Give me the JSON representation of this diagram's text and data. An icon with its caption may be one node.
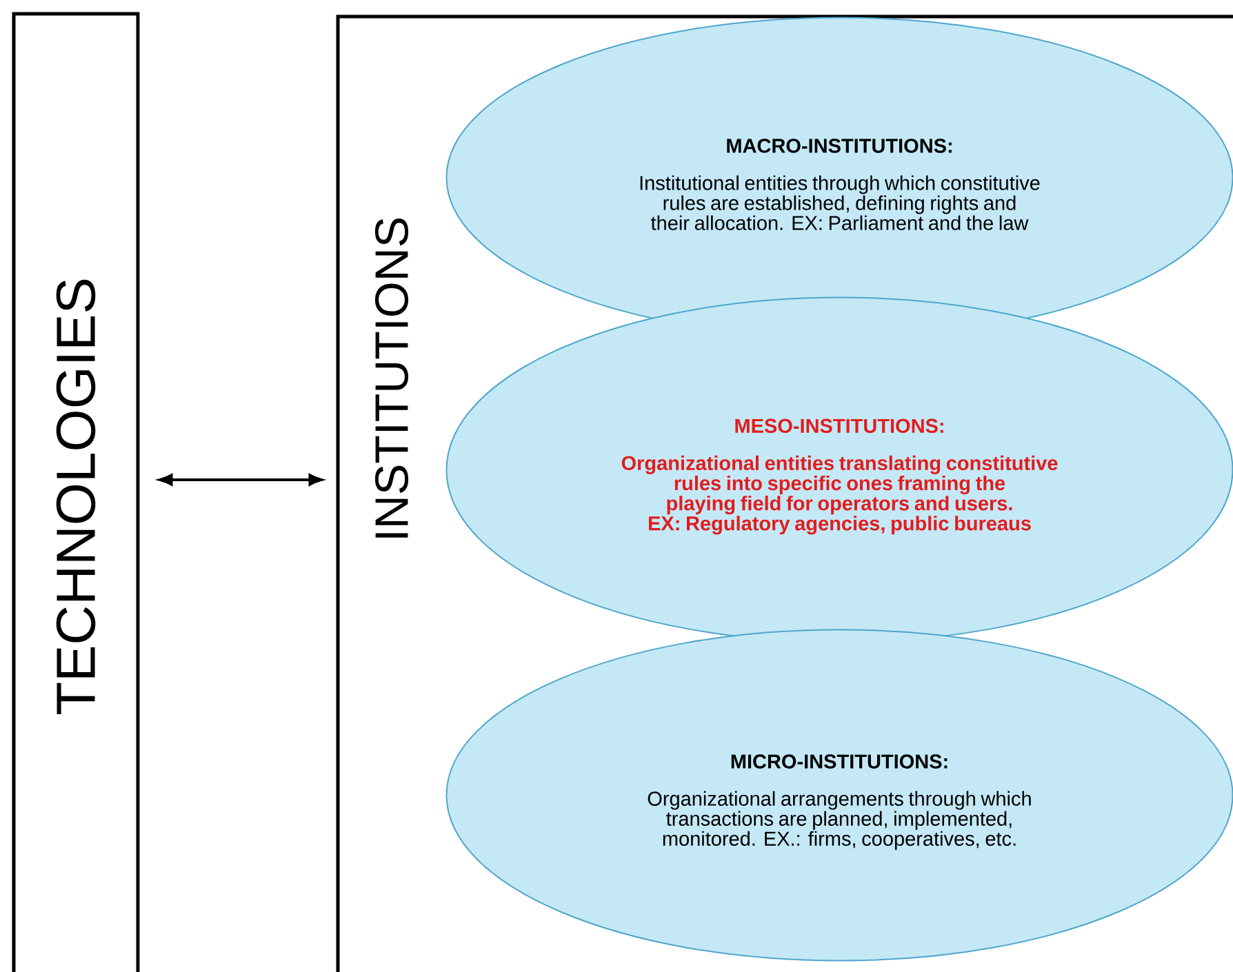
{
  "diagram": {
    "nodes": [
      {
        "text": [
          "TECHNOLOGIES"
        ]
      },
      {
        "text": [
          "INSTITUTIONS"
        ]
      },
      {
        "text": [
          "MACRO-INSTITUTIONS:",
          "Institutional entities through which constitutive rules are established, defining rights and their allocation. EX: Parliament and the law"
        ],
        "in": 1
      },
      {
        "text": [
          "MESO-INSTITUTIONS:",
          "Organizational entities translating constitutive rules into specific ones framing the playing field for operators and users. EX: Regulatory agencies, public bureaus"
        ],
        "in": 1
      },
      {
        "text": [
          "MICRO-INSTITUTIONS:",
          "Organizational arrangements through which transactions are planned, implemented, monitored. EX.: firms, cooperatives, etc."
        ],
        "in": 1
      }
    ],
    "edges": [
      {
        "from": 0,
        "to": 1,
        "arrow": "both"
      }
    ]
  }
}
